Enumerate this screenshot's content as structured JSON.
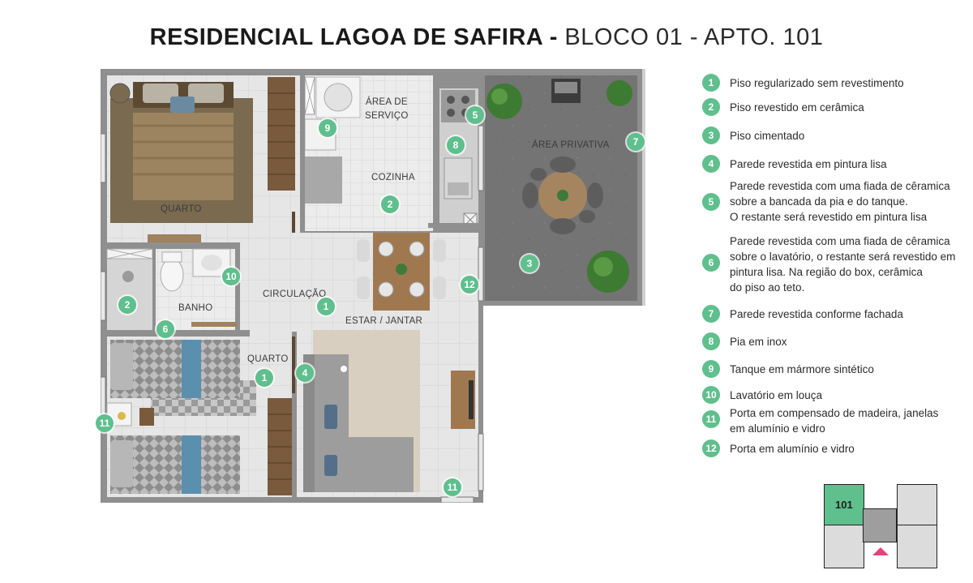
{
  "title": {
    "bold": "RESIDENCIAL LAGOA DE SAFIRA -",
    "light": "BLOCO 01 - APTO. 101"
  },
  "rooms": {
    "quarto_1": "QUARTO",
    "servico": "ÁREA DE\nSERVIÇO",
    "cozinha": "COZINHA",
    "area_privativa": "ÁREA PRIVATIVA",
    "banho": "BANHO",
    "circulacao": "CIRCULAÇÃO",
    "estar_jantar": "ESTAR / JANTAR",
    "quarto_2": "QUARTO"
  },
  "plan_badges": [
    "1",
    "1",
    "2",
    "2",
    "3",
    "4",
    "5",
    "6",
    "7",
    "8",
    "9",
    "10",
    "11",
    "11",
    "12"
  ],
  "legend": [
    {
      "num": "1",
      "text": "Piso regularizado sem revestimento"
    },
    {
      "num": "2",
      "text": "Piso revestido em cerâmica"
    },
    {
      "num": "3",
      "text": "Piso cimentado"
    },
    {
      "num": "4",
      "text": "Parede revestida em pintura lisa"
    },
    {
      "num": "5",
      "text": "Parede revestida com uma fiada de cêramica\n sobre a bancada da pia e do tanque.\nO restante será revestido em pintura lisa"
    },
    {
      "num": "6",
      "text": "Parede revestida com uma fiada de cêramica\nsobre o lavatório, o restante será revestido em\npintura lisa. Na região do box, cerâmica\ndo piso ao teto."
    },
    {
      "num": "7",
      "text": "Parede revestida conforme fachada"
    },
    {
      "num": "8",
      "text": "Pia em inox"
    },
    {
      "num": "9",
      "text": "Tanque em mármore sintético"
    },
    {
      "num": "10",
      "text": "Lavatório em louça"
    },
    {
      "num": "11",
      "text": "Porta em compensado de madeira, janelas\nem alumínio e vidro"
    },
    {
      "num": "12",
      "text": "Porta em alumínio e vidro"
    }
  ],
  "keymap": {
    "unit_label": "101",
    "highlight_color": "#5fbf8d",
    "marker_color": "#e8417a"
  },
  "colors": {
    "badge": "#5fbf8d",
    "wall": "#8f8f8f",
    "terrace": "#6e6e6e"
  }
}
